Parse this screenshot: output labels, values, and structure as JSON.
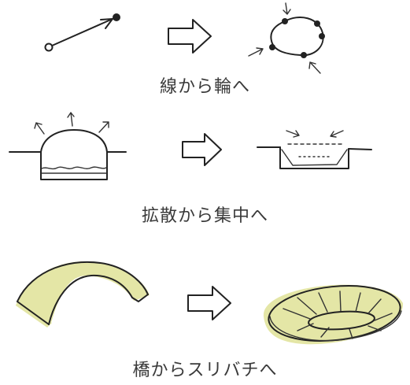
{
  "rows": [
    {
      "caption": "線から輪へ"
    },
    {
      "caption": "拡散から集中へ"
    },
    {
      "caption": "橋からスリバチへ"
    }
  ],
  "colors": {
    "ink": "#222222",
    "highlight": "#e4e6a6",
    "caption": "#3a3a3a"
  }
}
